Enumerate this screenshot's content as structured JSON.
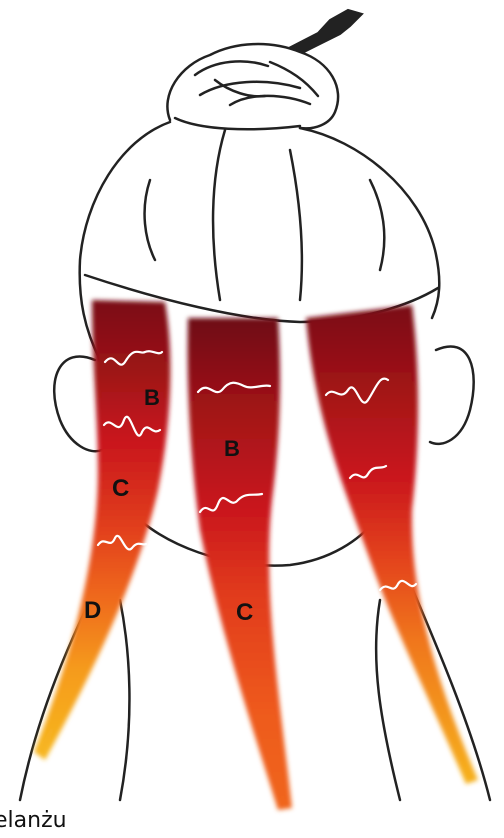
{
  "labels": {
    "left_b": "B",
    "left_c": "C",
    "left_d": "D",
    "mid_b": "B",
    "mid_c": "C"
  },
  "caption": "elanżu",
  "colors": {
    "dark_red": "#7a0f14",
    "red": "#c8141c",
    "orange": "#ee5a1c",
    "yellow": "#f6b21e",
    "outline": "#222222",
    "highlight": "#ffffff"
  }
}
